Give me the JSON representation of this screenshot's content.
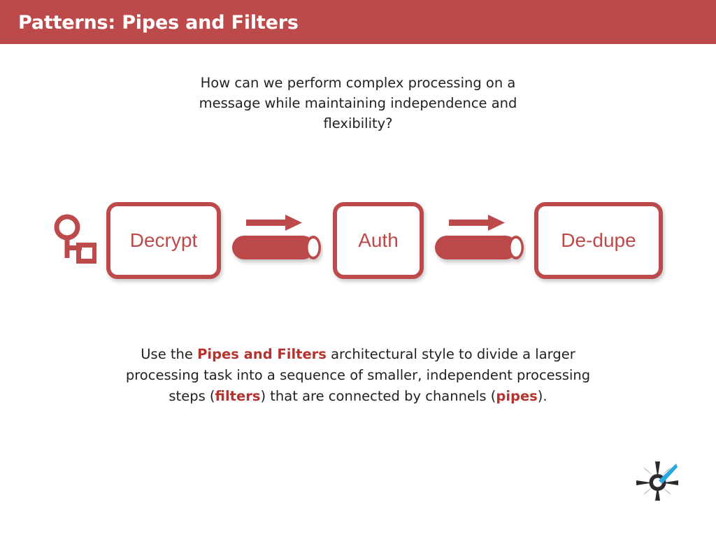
{
  "header": {
    "title": "Patterns: Pipes and Filters",
    "background_color": "#bc4a4a",
    "text_color": "#ffffff"
  },
  "question": {
    "lines": [
      "How can we perform complex processing on a",
      "message while maintaining independence and",
      "flexibility?"
    ]
  },
  "diagram": {
    "accent_color": "#bc4a4a",
    "key_icon_name": "key-icon",
    "stages": [
      {
        "label": "Decrypt"
      },
      {
        "label": "Auth"
      },
      {
        "label": "De-dupe"
      }
    ],
    "connectors": [
      {
        "icon": "pipe-arrow-icon",
        "direction": "right"
      },
      {
        "icon": "pipe-arrow-icon",
        "direction": "right"
      }
    ]
  },
  "body": {
    "line1_a": "Use the ",
    "line1_hl": "Pipes and Filters",
    "line1_b": " architectural style to divide a larger",
    "line2": "processing task into a sequence of smaller, independent processing",
    "line3_a": "steps (",
    "line3_hl1": "filters",
    "line3_b": ") that are connected by channels (",
    "line3_hl2": "pipes",
    "line3_c": ").",
    "highlight_color": "#b5332f"
  },
  "logo": {
    "name": "starburst-logo",
    "star_color": "#2b2b2f",
    "ray_color": "#28a8e0"
  }
}
